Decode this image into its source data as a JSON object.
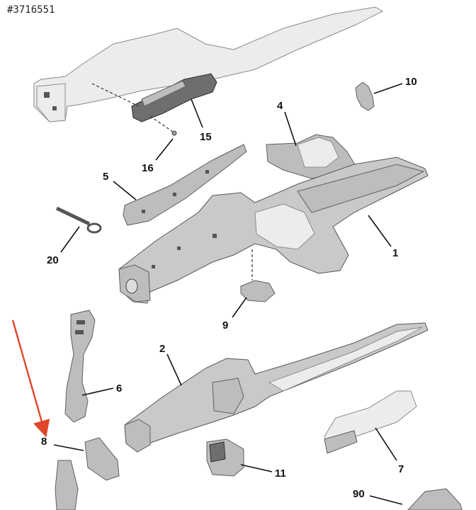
{
  "reference_id": "#3716551",
  "callouts": [
    {
      "id": "c1",
      "text": "1"
    },
    {
      "id": "c2",
      "text": "2"
    },
    {
      "id": "c4",
      "text": "4"
    },
    {
      "id": "c5",
      "text": "5"
    },
    {
      "id": "c6",
      "text": "6"
    },
    {
      "id": "c7",
      "text": "7"
    },
    {
      "id": "c8",
      "text": "8"
    },
    {
      "id": "c9",
      "text": "9"
    },
    {
      "id": "c10",
      "text": "10"
    },
    {
      "id": "c11",
      "text": "11"
    },
    {
      "id": "c15",
      "text": "15"
    },
    {
      "id": "c16",
      "text": "16"
    },
    {
      "id": "c20",
      "text": "20"
    },
    {
      "id": "c90",
      "text": "90"
    }
  ],
  "highlight_color": "#e0462a"
}
